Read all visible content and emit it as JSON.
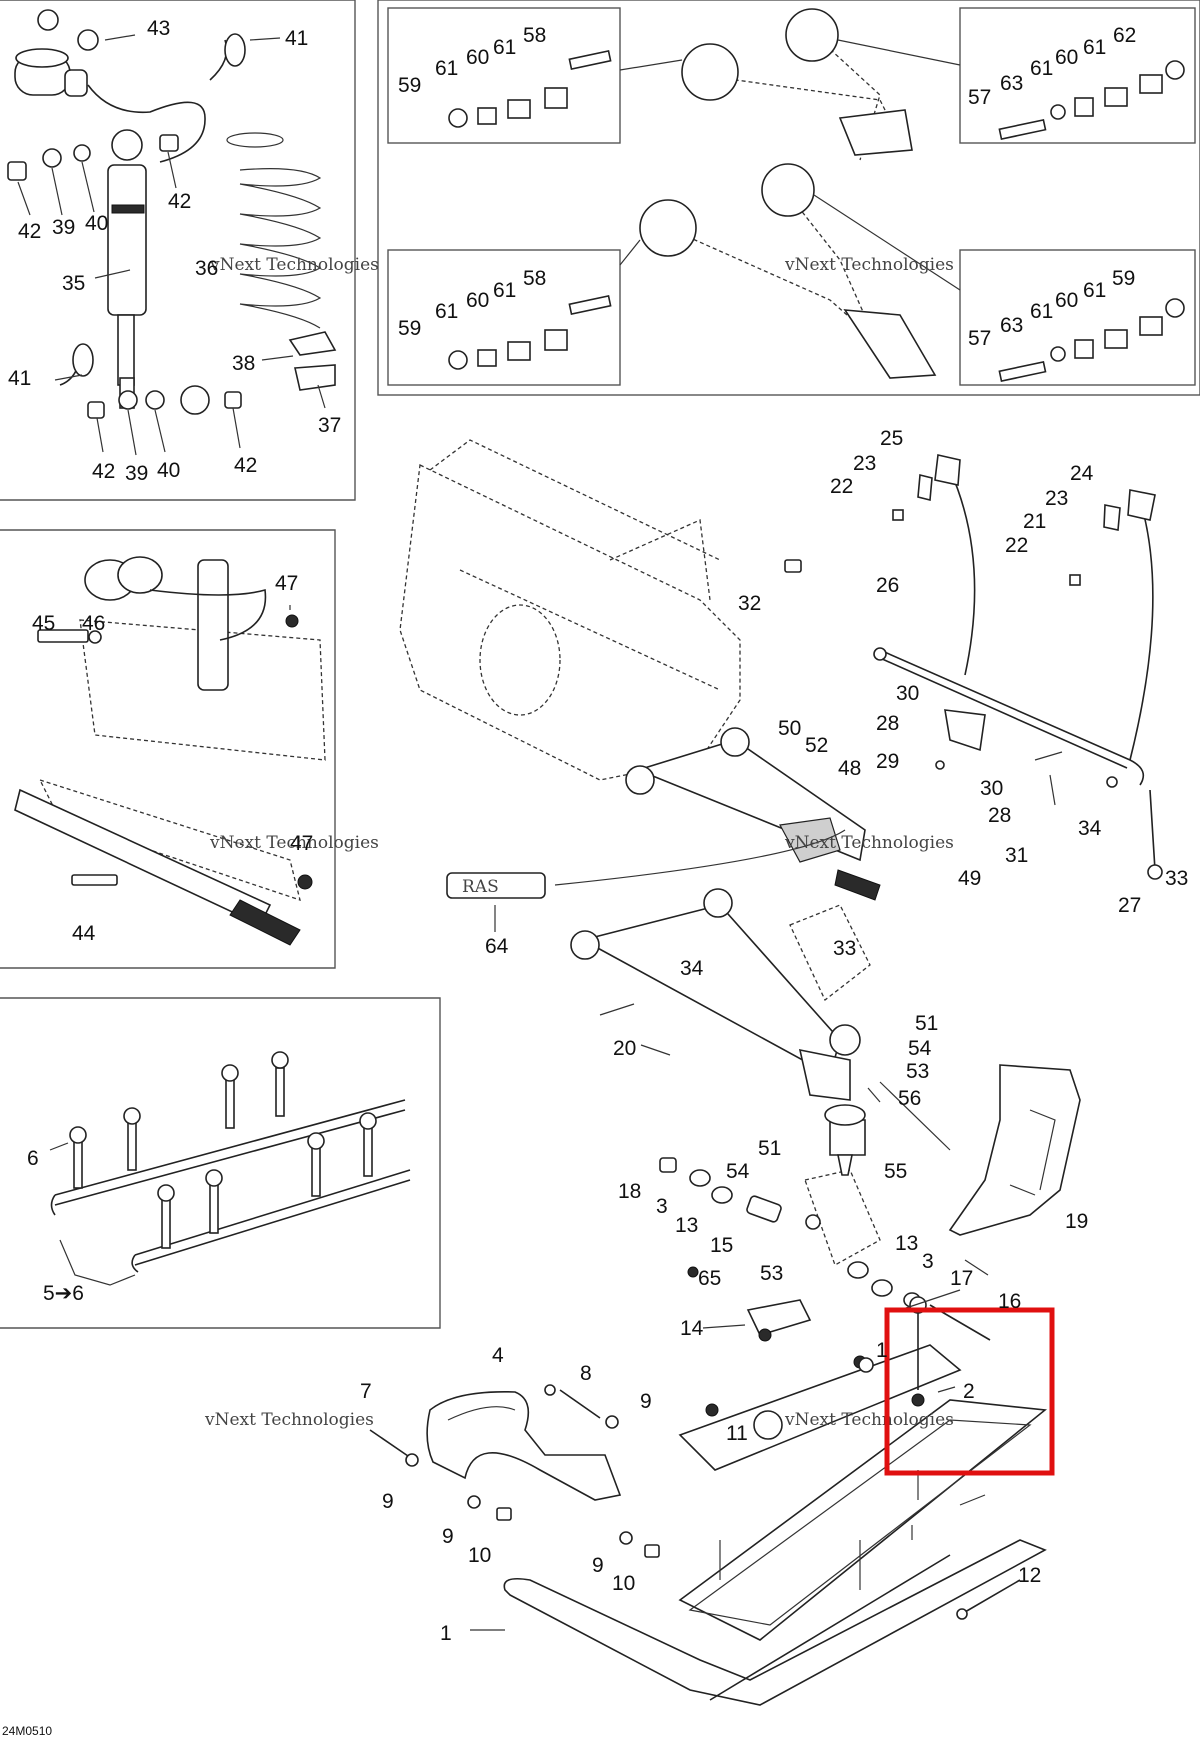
{
  "figure_code": "24M0510",
  "watermark": "vNext Technologies",
  "highlight_color": "#e01010",
  "logo_text": "RAS",
  "labels": {
    "l1": "1",
    "l2": "2",
    "l3a": "3",
    "l3b": "3",
    "l4": "4",
    "l56": "5➔6",
    "l6": "6",
    "l7": "7",
    "l8": "8",
    "l9a": "9",
    "l9b": "9",
    "l9c": "9",
    "l9d": "9",
    "l10a": "10",
    "l10b": "10",
    "l11a": "11",
    "l11b": "11",
    "l12": "12",
    "l13a": "13",
    "l13b": "13",
    "l14": "14",
    "l15": "15",
    "l16": "16",
    "l17": "17",
    "l18": "18",
    "l19": "19",
    "l20": "20",
    "l21": "21",
    "l22a": "22",
    "l22b": "22",
    "l23a": "23",
    "l23b": "23",
    "l24": "24",
    "l25": "25",
    "l26": "26",
    "l27": "27",
    "l28a": "28",
    "l28b": "28",
    "l29": "29",
    "l30a": "30",
    "l30b": "30",
    "l31": "31",
    "l32": "32",
    "l33a": "33",
    "l33b": "33",
    "l34a": "34",
    "l34b": "34",
    "l35": "35",
    "l36": "36",
    "l37": "37",
    "l38": "38",
    "l39a": "39",
    "l39b": "39",
    "l40a": "40",
    "l40b": "40",
    "l41a": "41",
    "l41b": "41",
    "l42a": "42",
    "l42b": "42",
    "l42c": "42",
    "l42d": "42",
    "l43": "43",
    "l44": "44",
    "l45": "45",
    "l46": "46",
    "l47a": "47",
    "l47b": "47",
    "l48": "48",
    "l49": "49",
    "l50": "50",
    "l51a": "51",
    "l51b": "51",
    "l52": "52",
    "l53a": "53",
    "l53b": "53",
    "l54a": "54",
    "l54b": "54",
    "l55": "55",
    "l56n": "56",
    "l57a": "57",
    "l57b": "57",
    "l58a": "58",
    "l58b": "58",
    "l59a": "59",
    "l59b": "59",
    "l59c": "59",
    "l60a": "60",
    "l60b": "60",
    "l60c": "60",
    "l60d": "60",
    "l61a": "61",
    "l61b": "61",
    "l61c": "61",
    "l61d": "61",
    "l61e": "61",
    "l61f": "61",
    "l61g": "61",
    "l61h": "61",
    "l62": "62",
    "l63a": "63",
    "l63b": "63",
    "l64": "64",
    "l65": "65"
  }
}
